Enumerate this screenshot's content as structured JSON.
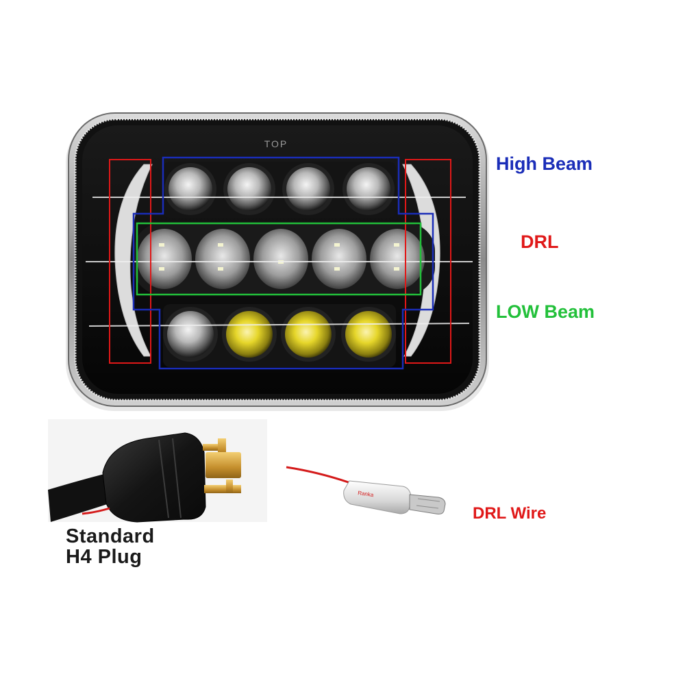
{
  "product": {
    "top_marking": "TOP"
  },
  "labels": {
    "high_beam": "High Beam",
    "drl": "DRL",
    "low_beam": "LOW Beam",
    "plug_line1": "Standard",
    "plug_line2": "H4 Plug",
    "drl_wire": "DRL Wire"
  },
  "colors": {
    "high_beam": "#1a2db8",
    "drl": "#e01818",
    "low_beam": "#22c03a",
    "housing": "#0b0b0b",
    "plug_body": "#151515",
    "terminal_gold": "#d9a640",
    "wire_red": "#d41a1a"
  },
  "icons": {
    "headlight": "rectangular-led-headlight-icon",
    "plug": "h4-plug-icon",
    "wire": "drl-wire-icon"
  }
}
